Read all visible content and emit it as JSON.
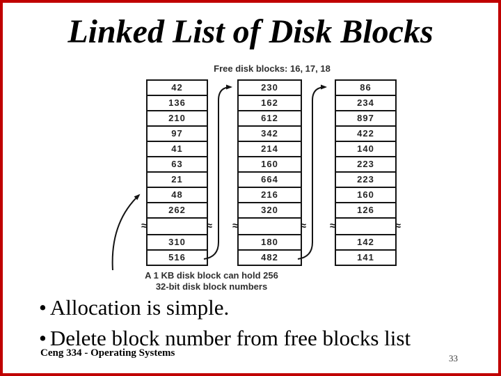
{
  "slide": {
    "title": "Linked List of Disk Blocks",
    "bullets": [
      {
        "marker": "•",
        "text": "Allocation is simple."
      },
      {
        "marker": "•",
        "text": "Delete block number from free blocks list"
      }
    ],
    "footer": {
      "course": "Ceng 334 - Operating Systems",
      "page_number": "33"
    }
  },
  "diagram": {
    "free_blocks_label": "Free disk blocks: 16, 17, 18",
    "caption_line1": "A 1 KB disk block can hold 256",
    "caption_line2": "32-bit disk block numbers",
    "break_symbol": "≈",
    "columns": [
      {
        "values_top": [
          "42",
          "136",
          "210",
          "97",
          "41",
          "63",
          "21",
          "48",
          "262"
        ],
        "values_bottom": [
          "310",
          "516"
        ]
      },
      {
        "values_top": [
          "230",
          "162",
          "612",
          "342",
          "214",
          "160",
          "664",
          "216",
          "320"
        ],
        "values_bottom": [
          "180",
          "482"
        ]
      },
      {
        "values_top": [
          "86",
          "234",
          "897",
          "422",
          "140",
          "223",
          "223",
          "160",
          "126"
        ],
        "values_bottom": [
          "142",
          "141"
        ]
      }
    ]
  },
  "colors": {
    "slide_border": "#c00000",
    "diagram_line": "#141414",
    "text": "#000000"
  }
}
